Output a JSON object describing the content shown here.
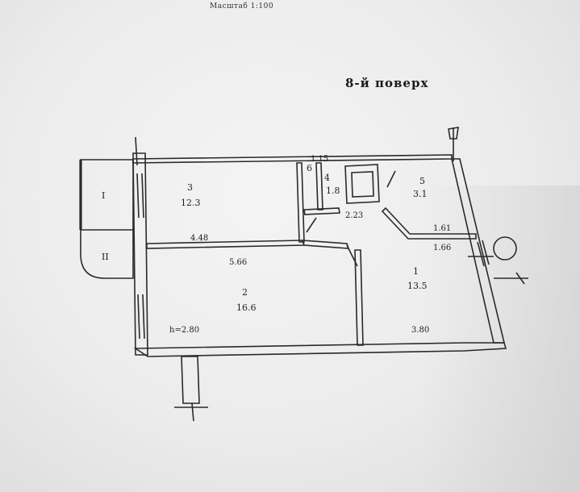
{
  "header": {
    "scale": "Масштаб 1:100",
    "floor": "8-й поверх"
  },
  "rooms": {
    "r1": {
      "num": "1",
      "area": "13.5"
    },
    "r2": {
      "num": "2",
      "area": "16.6"
    },
    "r3": {
      "num": "3",
      "area": "12.3"
    },
    "r4": {
      "num": "4",
      "area": "1.8"
    },
    "r5": {
      "num": "5",
      "area": "3.1"
    },
    "r6": {
      "num": "6"
    }
  },
  "balconies": {
    "b1": "I",
    "b2": "II"
  },
  "dimensions": {
    "d_448": "4.48",
    "d_566": "5.66",
    "d_h280": "h=2.80",
    "d_223": "2.23",
    "d_161": "1.61",
    "d_166": "1.66",
    "d_380": "3.80",
    "d_115": "1.15"
  }
}
